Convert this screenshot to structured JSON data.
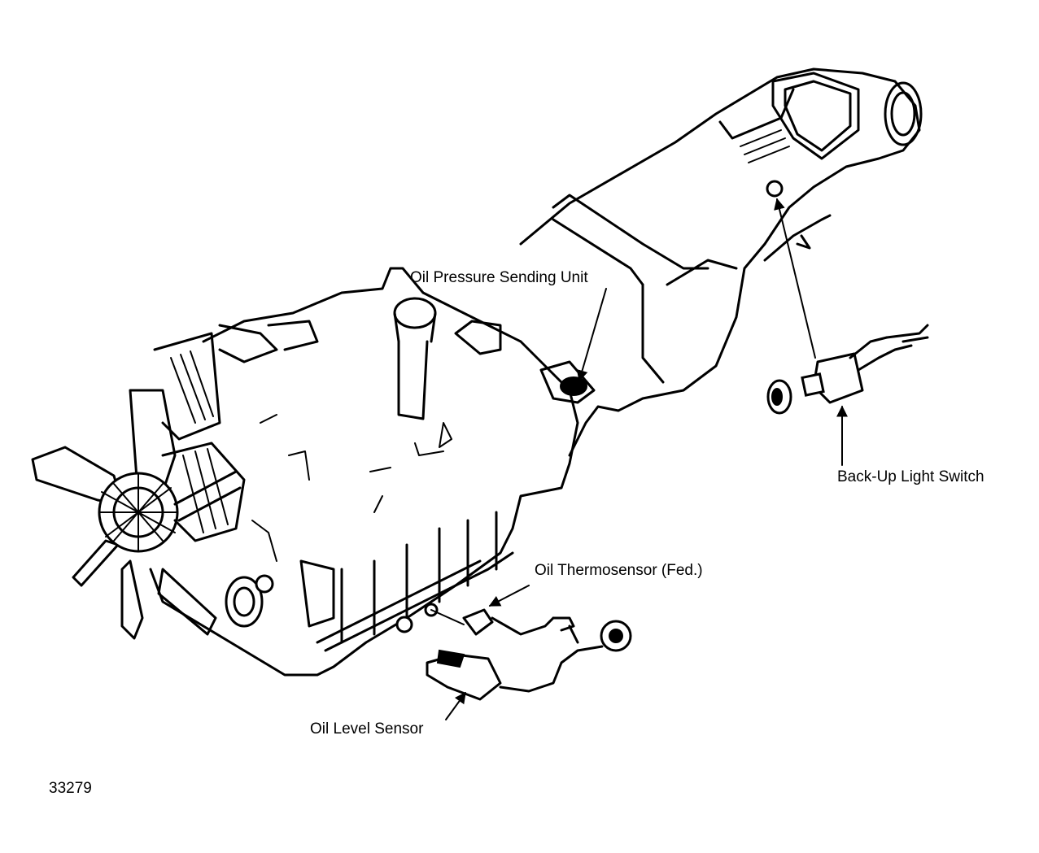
{
  "labels": {
    "oil_pressure": "Oil Pressure Sending Unit",
    "backup_switch": "Back-Up Light Switch",
    "oil_thermo": "Oil Thermosensor (Fed.)",
    "oil_level": "Oil Level Sensor",
    "figure_number": "33279"
  }
}
